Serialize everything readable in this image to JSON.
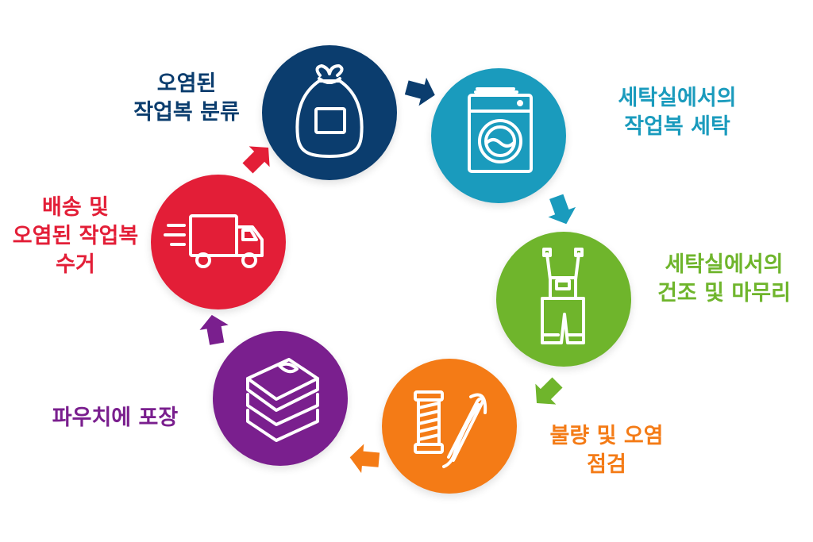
{
  "colors": {
    "navy": "#0b3d6e",
    "teal": "#1a9bbd",
    "green": "#6fb52c",
    "orange": "#f47b16",
    "purple": "#7a1f8e",
    "red": "#e31e37",
    "icon_stroke": "#ffffff"
  },
  "steps": [
    {
      "id": "sort",
      "icon": "laundry-bag-icon",
      "color": "#0b3d6e",
      "lines": [
        "오염된",
        "작업복 분류"
      ]
    },
    {
      "id": "wash",
      "icon": "washing-machine-icon",
      "color": "#1a9bbd",
      "lines": [
        "세탁실에서의",
        "작업복 세탁"
      ]
    },
    {
      "id": "dry",
      "icon": "overalls-icon",
      "color": "#6fb52c",
      "lines": [
        "세탁실에서의",
        "건조 및 마무리"
      ]
    },
    {
      "id": "inspect",
      "icon": "needle-thread-icon",
      "color": "#f47b16",
      "lines": [
        "불량 및 오염",
        "점검"
      ]
    },
    {
      "id": "pack",
      "icon": "folded-clothes-icon",
      "color": "#7a1f8e",
      "lines": [
        "파우치에 포장"
      ]
    },
    {
      "id": "delivery",
      "icon": "delivery-truck-icon",
      "color": "#e31e37",
      "lines": [
        "배송 및",
        "오염된 작업복",
        "수거"
      ]
    }
  ]
}
